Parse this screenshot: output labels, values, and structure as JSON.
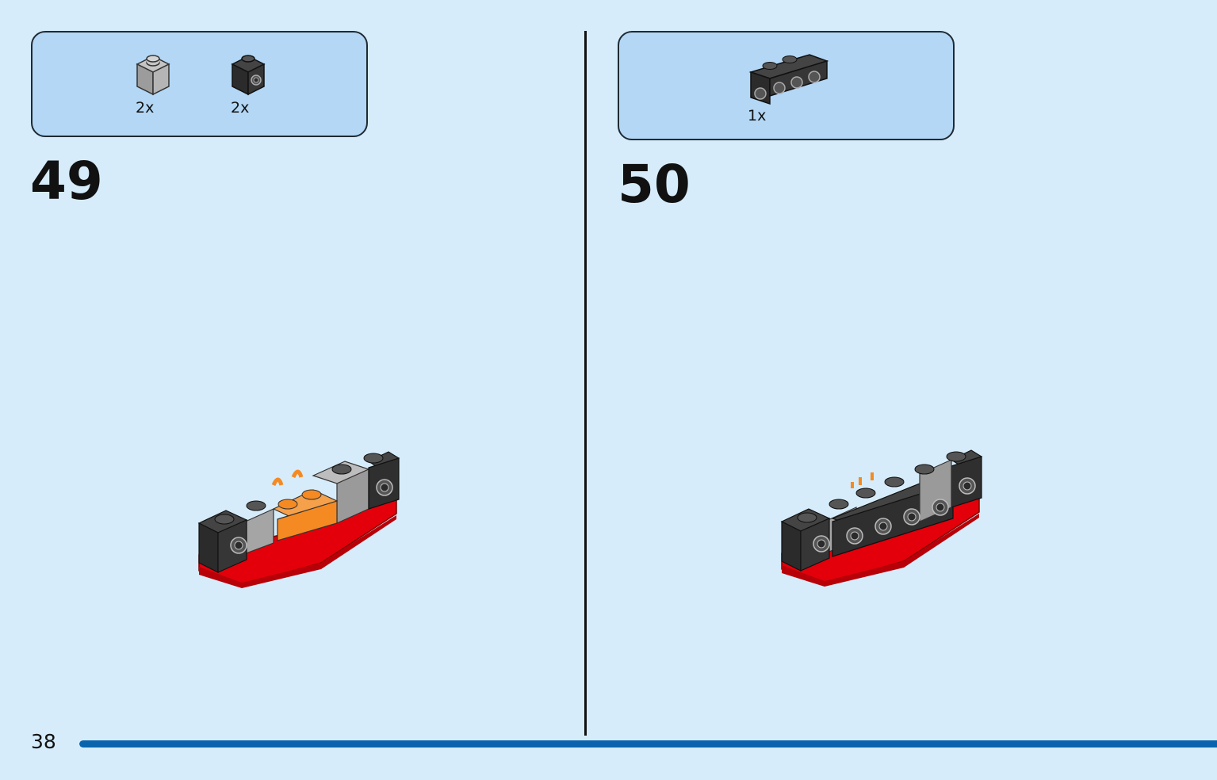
{
  "page": {
    "number": "38",
    "progress": 1.0,
    "colors": {
      "background": "#d6ecfb",
      "parts_box": "#b3d7f5",
      "progress_bar": "#0a64ad",
      "brick_red": "#e3000b",
      "brick_black": "#2b2b2b",
      "brick_gray": "#a5a5a5",
      "brick_orange": "#f5922f"
    }
  },
  "steps": [
    {
      "number": "49",
      "parts": [
        {
          "name": "light-gray-brick-1x1-with-stud",
          "color": "#a5a5a5",
          "qty": "2x"
        },
        {
          "name": "black-brick-1x1-with-side-stud",
          "color": "#2b2b2b",
          "qty": "2x"
        }
      ]
    },
    {
      "number": "50",
      "parts": [
        {
          "name": "black-bracket-plate-1x4",
          "color": "#2b2b2b",
          "qty": "1x"
        }
      ]
    }
  ]
}
